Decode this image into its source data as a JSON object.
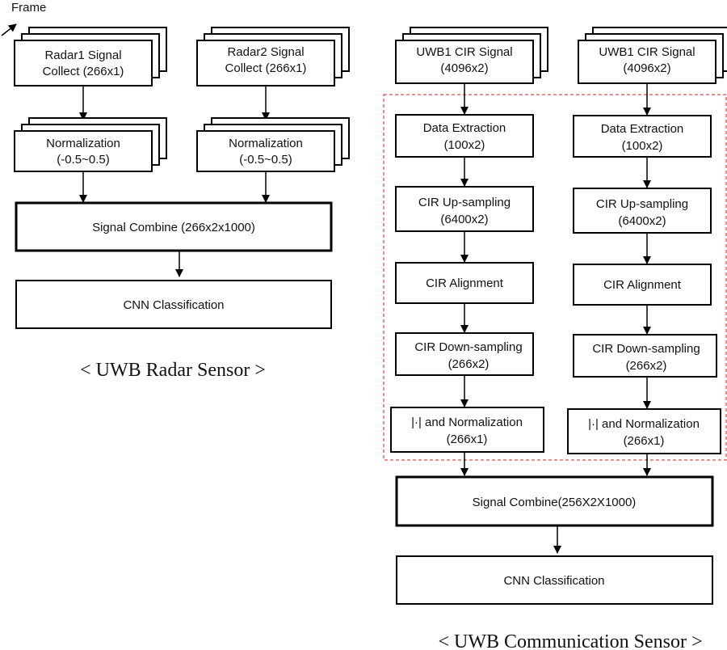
{
  "frame_label": "Frame",
  "radar": {
    "collect1": [
      "Radar1 Signal",
      "Collect (266x1)"
    ],
    "collect2": [
      "Radar2 Signal",
      "Collect (266x1)"
    ],
    "norm1": [
      "Normalization",
      "(-0.5~0.5)"
    ],
    "norm2": [
      "Normalization",
      "(-0.5~0.5)"
    ],
    "combine": "Signal Combine (266x2x1000)",
    "cnn": "CNN Classification",
    "caption": "< UWB Radar Sensor >"
  },
  "comm": {
    "cir1": [
      "UWB1 CIR Signal",
      "(4096x2)"
    ],
    "cir2": [
      "UWB1 CIR Signal",
      "(4096x2)"
    ],
    "extract1": [
      "Data Extraction",
      "(100x2)"
    ],
    "extract2": [
      "Data Extraction",
      "(100x2)"
    ],
    "up1": [
      "CIR Up-sampling",
      "(6400x2)"
    ],
    "up2": [
      "CIR Up-sampling",
      "(6400x2)"
    ],
    "align1": "CIR Alignment",
    "align2": "CIR Alignment",
    "down1": [
      "CIR Down-sampling",
      "(266x2)"
    ],
    "down2": [
      "CIR Down-sampling",
      "(266x2)"
    ],
    "abs1": [
      "|·| and Normalization",
      "(266x1)"
    ],
    "abs2": [
      "|·| and Normalization",
      "(266x1)"
    ],
    "combine": "Signal Combine(256X2X1000)",
    "cnn": "CNN Classification",
    "caption": "< UWB Communication Sensor >"
  },
  "colors": {
    "dashed_region": "#d11f1f"
  }
}
